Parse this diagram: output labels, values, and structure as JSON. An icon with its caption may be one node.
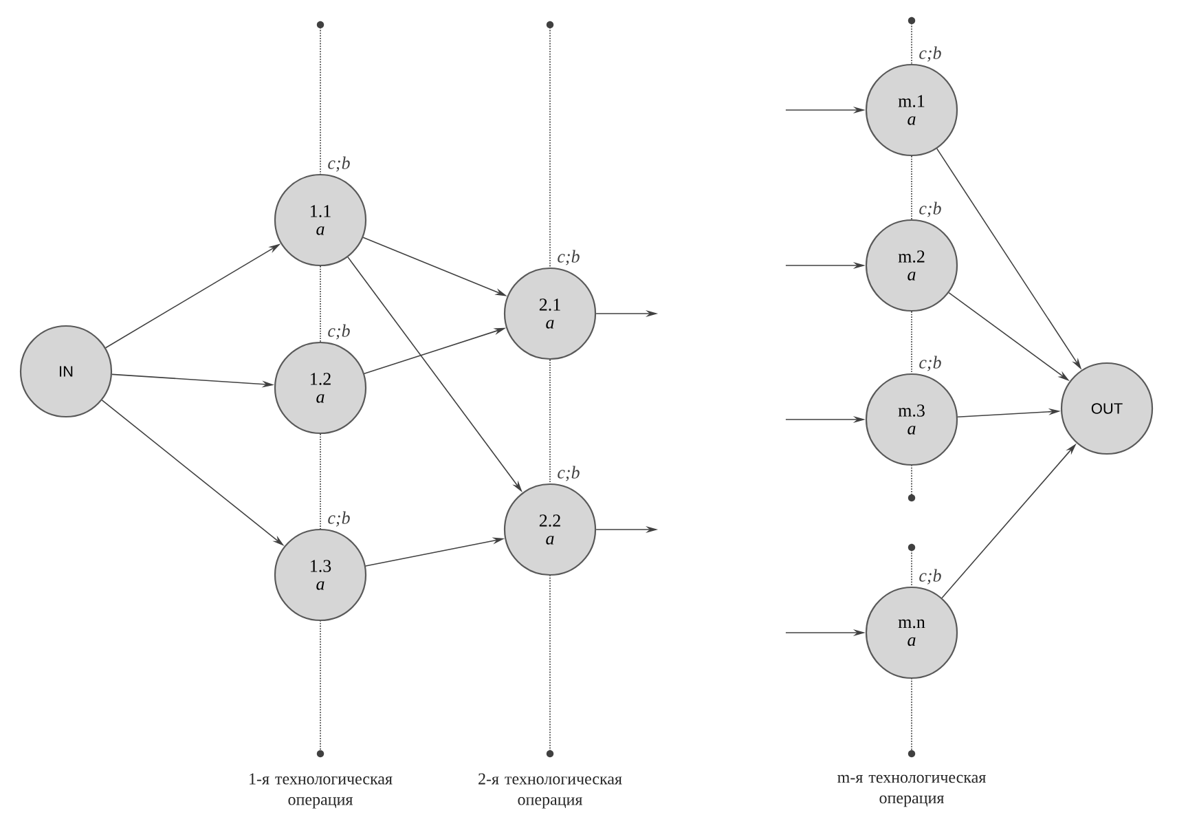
{
  "diagram": {
    "nodes": [
      {
        "text": [
          "IN"
        ]
      },
      {
        "text": [
          "1.1",
          "a"
        ],
        "beside": [
          "c;b"
        ]
      },
      {
        "text": [
          "1.2",
          "a"
        ],
        "beside": [
          "c;b"
        ]
      },
      {
        "text": [
          "1.3",
          "a"
        ],
        "beside": [
          "c;b"
        ]
      },
      {
        "text": [
          "2.1",
          "a"
        ],
        "beside": [
          "c;b"
        ]
      },
      {
        "text": [
          "2.2",
          "a"
        ],
        "beside": [
          "c;b"
        ]
      },
      {
        "text": [
          "m.1",
          "a"
        ],
        "beside": [
          "c;b"
        ]
      },
      {
        "text": [
          "m.2",
          "a"
        ],
        "beside": [
          "c;b"
        ]
      },
      {
        "text": [
          "m.3",
          "a"
        ],
        "beside": [
          "c;b"
        ]
      },
      {
        "text": [
          "m.n",
          "a"
        ],
        "beside": [
          "c;b"
        ]
      },
      {
        "text": [
          "OUT"
        ]
      }
    ],
    "edges": [
      {
        "from": 0,
        "to": 1,
        "arrow": "to"
      },
      {
        "from": 0,
        "to": 2,
        "arrow": "to"
      },
      {
        "from": 0,
        "to": 3,
        "arrow": "to"
      },
      {
        "from": 1,
        "to": 4,
        "arrow": "to"
      },
      {
        "from": 1,
        "to": 5,
        "arrow": "to"
      },
      {
        "from": 2,
        "to": 4,
        "arrow": "to"
      },
      {
        "from": 3,
        "to": 5,
        "arrow": "to"
      },
      {
        "from": 4,
        "to": null,
        "arrow": "to"
      },
      {
        "from": 5,
        "to": null,
        "arrow": "to"
      },
      {
        "from": null,
        "to": 6,
        "arrow": "to"
      },
      {
        "from": null,
        "to": 7,
        "arrow": "to"
      },
      {
        "from": null,
        "to": 8,
        "arrow": "to"
      },
      {
        "from": null,
        "to": 9,
        "arrow": "to"
      },
      {
        "from": 6,
        "to": 10,
        "arrow": "to"
      },
      {
        "from": 7,
        "to": 10,
        "arrow": "to"
      },
      {
        "from": 8,
        "to": 10,
        "arrow": "to"
      },
      {
        "from": 9,
        "to": 10,
        "arrow": "to"
      },
      {
        "from": 1,
        "to": 2,
        "arrow": "none",
        "style": "dashed"
      },
      {
        "from": 2,
        "to": 3,
        "arrow": "none",
        "style": "dashed"
      },
      {
        "from": 4,
        "to": 5,
        "arrow": "none",
        "style": "dashed"
      },
      {
        "from": 6,
        "to": 7,
        "arrow": "none",
        "style": "dashed"
      },
      {
        "from": 7,
        "to": 8,
        "arrow": "none",
        "style": "dashed"
      }
    ],
    "labels": [
      "1-я технологическая операция",
      "2-я технологическая операция",
      "m-я технологическая операция"
    ]
  }
}
